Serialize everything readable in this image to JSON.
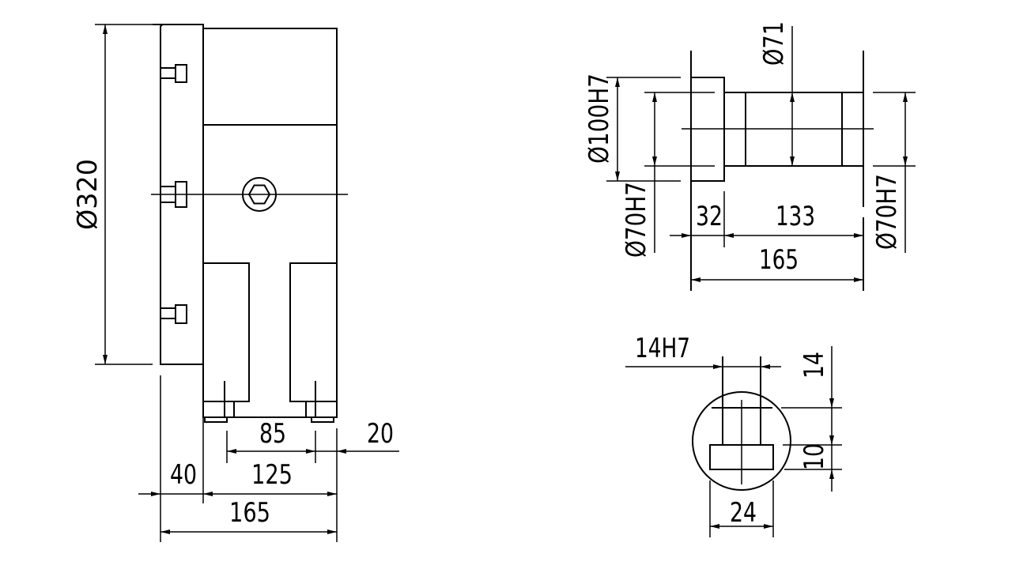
{
  "colors": {
    "line": "#000000",
    "background": "#ffffff"
  },
  "side_view": {
    "dim_diameter": "Ø320",
    "dim_85": "85",
    "dim_20": "20",
    "dim_40": "40",
    "dim_125": "125",
    "dim_165": "165"
  },
  "shaft_view": {
    "dim_bore_large": "Ø100H7",
    "dim_bore_left": "Ø70H7",
    "dim_bore_right": "Ø70H7",
    "dim_shaft": "Ø71",
    "dim_32": "32",
    "dim_133": "133",
    "dim_165": "165"
  },
  "keyway_view": {
    "dim_key_width": "14H7",
    "dim_depth": "14",
    "dim_key_height": "10",
    "dim_base": "24"
  }
}
